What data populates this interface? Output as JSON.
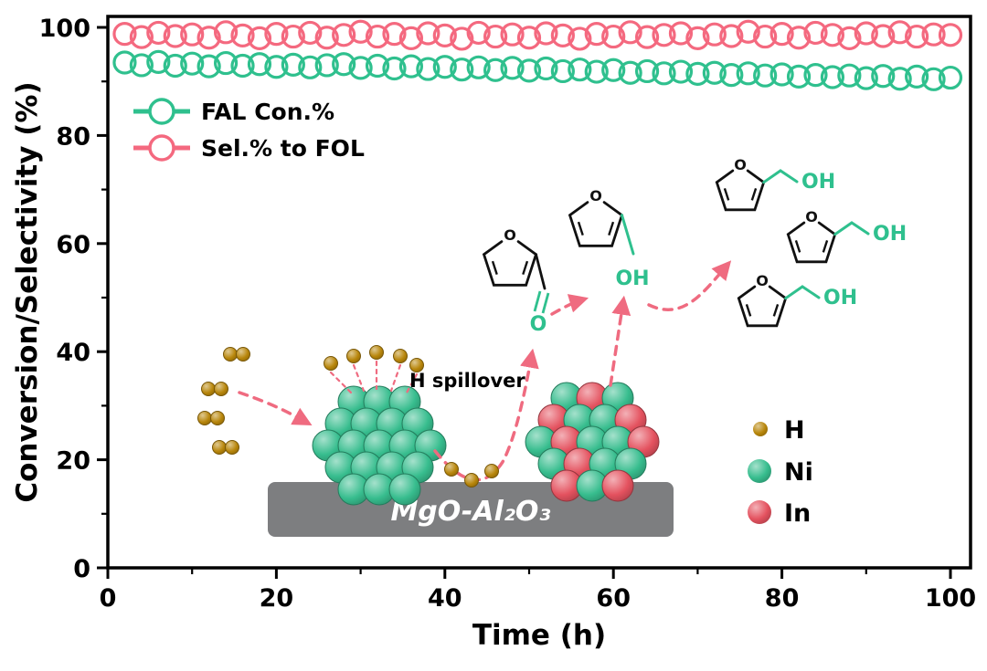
{
  "chart_data": {
    "type": "scatter",
    "title": "",
    "xlabel": "Time (h)",
    "ylabel": "Conversion/Selectivity (%)",
    "xlim": [
      0,
      100
    ],
    "ylim": [
      0,
      100
    ],
    "x_ticks": [
      0,
      20,
      40,
      60,
      80,
      100
    ],
    "y_ticks": [
      0,
      20,
      40,
      60,
      80,
      100
    ],
    "grid": false,
    "legend_position": "top-left",
    "marker": "open-circle",
    "x": [
      2,
      4,
      6,
      8,
      10,
      12,
      14,
      16,
      18,
      20,
      22,
      24,
      26,
      28,
      30,
      32,
      34,
      36,
      38,
      40,
      42,
      44,
      46,
      48,
      50,
      52,
      54,
      56,
      58,
      60,
      62,
      64,
      66,
      68,
      70,
      72,
      74,
      76,
      78,
      80,
      82,
      84,
      86,
      88,
      90,
      92,
      94,
      96,
      98,
      100
    ],
    "series": [
      {
        "name": "FAL Con.%",
        "color": "#2fc08e",
        "values": [
          93.5,
          93.0,
          93.6,
          92.9,
          93.3,
          92.8,
          93.4,
          92.9,
          93.2,
          92.7,
          93.1,
          92.6,
          93.0,
          93.2,
          92.5,
          92.9,
          92.4,
          92.8,
          92.3,
          92.7,
          92.2,
          92.6,
          92.1,
          92.5,
          92.0,
          92.4,
          91.9,
          92.2,
          91.8,
          92.1,
          91.6,
          91.9,
          91.5,
          91.8,
          91.4,
          91.6,
          91.2,
          91.5,
          91.1,
          91.3,
          90.9,
          91.2,
          90.8,
          91.1,
          90.6,
          91.0,
          90.5,
          90.9,
          90.4,
          90.7
        ]
      },
      {
        "name": "Sel.% to FOL",
        "color": "#f4697f",
        "values": [
          98.8,
          98.2,
          99.0,
          98.4,
          98.7,
          98.1,
          99.1,
          98.5,
          98.0,
          98.8,
          98.3,
          99.0,
          98.1,
          98.6,
          99.2,
          98.3,
          98.8,
          98.0,
          98.9,
          98.5,
          97.9,
          99.0,
          98.3,
          98.7,
          98.1,
          98.9,
          98.5,
          97.9,
          98.8,
          98.3,
          99.1,
          98.2,
          98.6,
          98.9,
          98.0,
          98.7,
          98.4,
          99.2,
          98.3,
          98.8,
          98.1,
          99.0,
          98.6,
          98.0,
          98.9,
          98.4,
          99.1,
          98.3,
          98.7,
          98.6
        ]
      }
    ]
  },
  "schematic": {
    "h_spillover_label": "H spillover",
    "support_label": "MgO-Al₂O₃",
    "support_color": "#7d7e80",
    "arrow_color": "#ef6b80",
    "oh_color": "#2fc08e",
    "ring_o_label": "O",
    "carbonyl_o_label": "O",
    "hydroxyl_label": "OH",
    "species": [
      {
        "label": "H",
        "color": "#b8860b"
      },
      {
        "label": "Ni",
        "color": "#37bd8e"
      },
      {
        "label": "In",
        "color": "#e4525f"
      }
    ]
  }
}
